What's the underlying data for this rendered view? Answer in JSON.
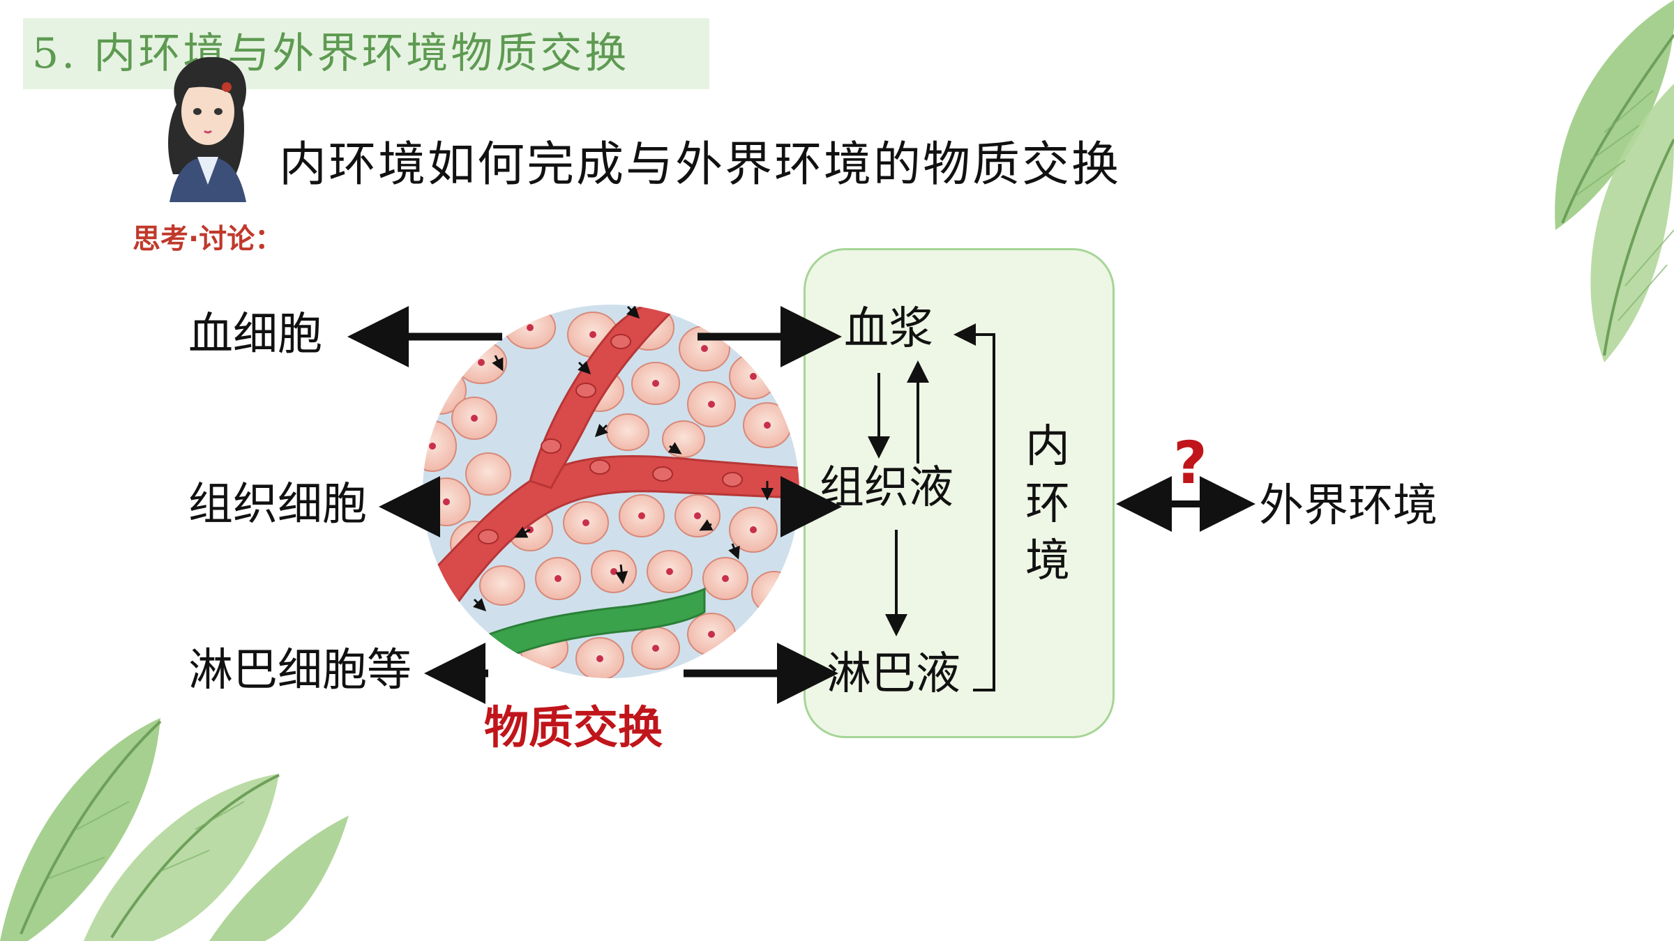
{
  "header": {
    "title": "5. 内环境与外界环境物质交换"
  },
  "main": {
    "question": "内环境如何完成与外界环境的物质交换",
    "discussion_label": "思考·讨论："
  },
  "diagram": {
    "cells": {
      "blood_cells": "血细胞",
      "tissue_cells": "组织细胞",
      "lymph_cells": "淋巴细胞等"
    },
    "fluids": {
      "plasma": "血浆",
      "tissue_fluid": "组织液",
      "lymph": "淋巴液"
    },
    "internal_environment": [
      "内",
      "环",
      "境"
    ],
    "exchange_label": "物质交换",
    "question_mark": "?",
    "external_environment": "外界环境"
  },
  "colors": {
    "title_background": "#e6f3e2",
    "title_text": "#5e9a52",
    "accent_red": "#c0151a",
    "box_fill": "#eef6e5",
    "box_border": "#a5d596"
  }
}
